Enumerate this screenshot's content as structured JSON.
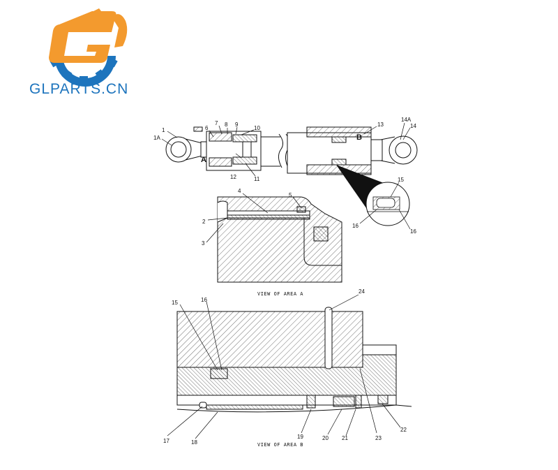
{
  "brand": {
    "name": "GLPARTS.CN",
    "orange": "#f39a2e",
    "blue": "#1d74bd"
  },
  "captions": {
    "area_a": "VIEW OF AREA A",
    "area_b": "VIEW OF AREA B"
  },
  "top_view": {
    "callouts": [
      "1",
      "1A",
      "6",
      "7",
      "8",
      "9",
      "10",
      "12",
      "11",
      "13",
      "14A",
      "14",
      "15",
      "16",
      "16"
    ],
    "area_markers": [
      "A",
      "B"
    ]
  },
  "area_a": {
    "callouts": [
      "4",
      "5",
      "2",
      "3"
    ]
  },
  "area_b": {
    "callouts": [
      "15",
      "16",
      "24",
      "17",
      "18",
      "19",
      "20",
      "21",
      "22",
      "23"
    ]
  }
}
